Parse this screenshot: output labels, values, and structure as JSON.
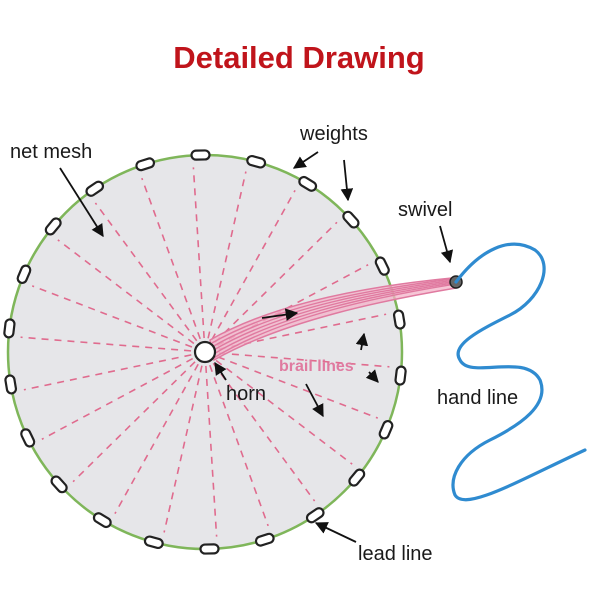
{
  "title": "Detailed Drawing",
  "labels": {
    "net_mesh": "net mesh",
    "weights": "weights",
    "swivel": "swivel",
    "brail_lines": "brail lines",
    "horn": "horn",
    "hand_line": "hand line",
    "lead_line": "lead line"
  },
  "colors": {
    "title": "#c0141b",
    "net_fill": "#e6e6e9",
    "lead_line": "#7fb65a",
    "mesh_dash": "#e06b8e",
    "brail": "#e07aa0",
    "brail_fill": "#f3b3c8",
    "hand_line": "#2f8bd0",
    "weight_stroke": "#222222",
    "arrow": "#111111"
  }
}
